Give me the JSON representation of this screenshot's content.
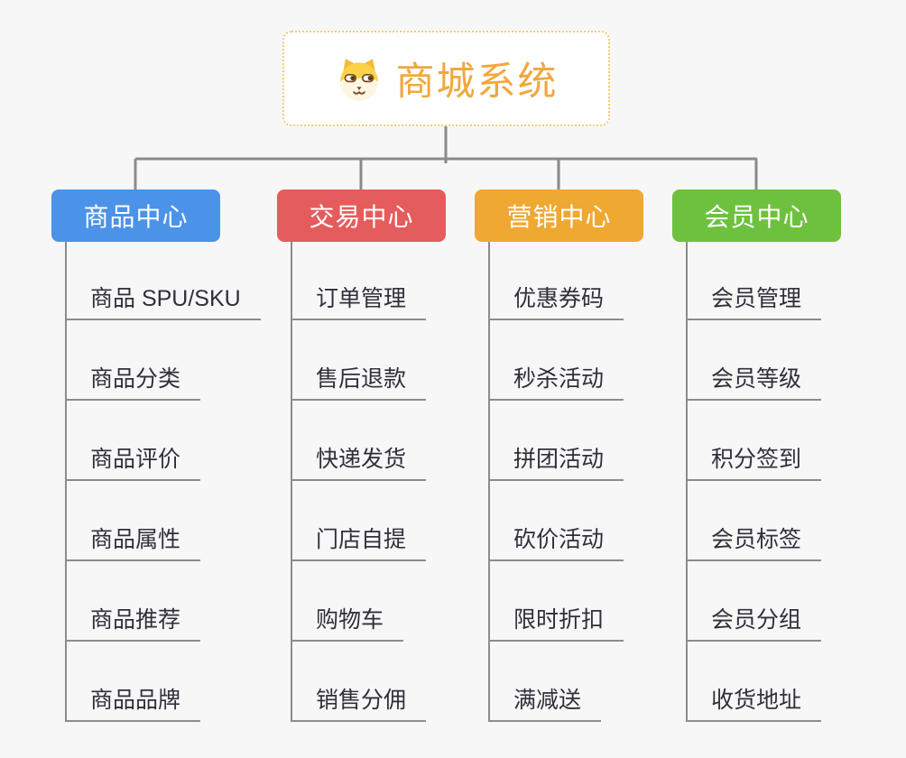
{
  "page": {
    "background_color": "#F7F7F7"
  },
  "root": {
    "title": "商城系统",
    "title_color": "#F1A73E",
    "border_color": "#F7C97C",
    "icon": "dog-face-icon"
  },
  "connector_color": "#8A8A8A",
  "branches": [
    {
      "id": "product-center",
      "label": "商品中心",
      "color": "#4B93E8",
      "items": [
        "商品 SPU/SKU",
        "商品分类",
        "商品评价",
        "商品属性",
        "商品推荐",
        "商品品牌"
      ]
    },
    {
      "id": "trade-center",
      "label": "交易中心",
      "color": "#E55C5C",
      "items": [
        "订单管理",
        "售后退款",
        "快递发货",
        "门店自提",
        "购物车",
        "销售分佣"
      ]
    },
    {
      "id": "marketing-center",
      "label": "营销中心",
      "color": "#EFA832",
      "items": [
        "优惠券码",
        "秒杀活动",
        "拼团活动",
        "砍价活动",
        "限时折扣",
        "满减送"
      ]
    },
    {
      "id": "member-center",
      "label": "会员中心",
      "color": "#6EC13F",
      "items": [
        "会员管理",
        "会员等级",
        "积分签到",
        "会员标签",
        "会员分组",
        "收货地址"
      ]
    }
  ]
}
